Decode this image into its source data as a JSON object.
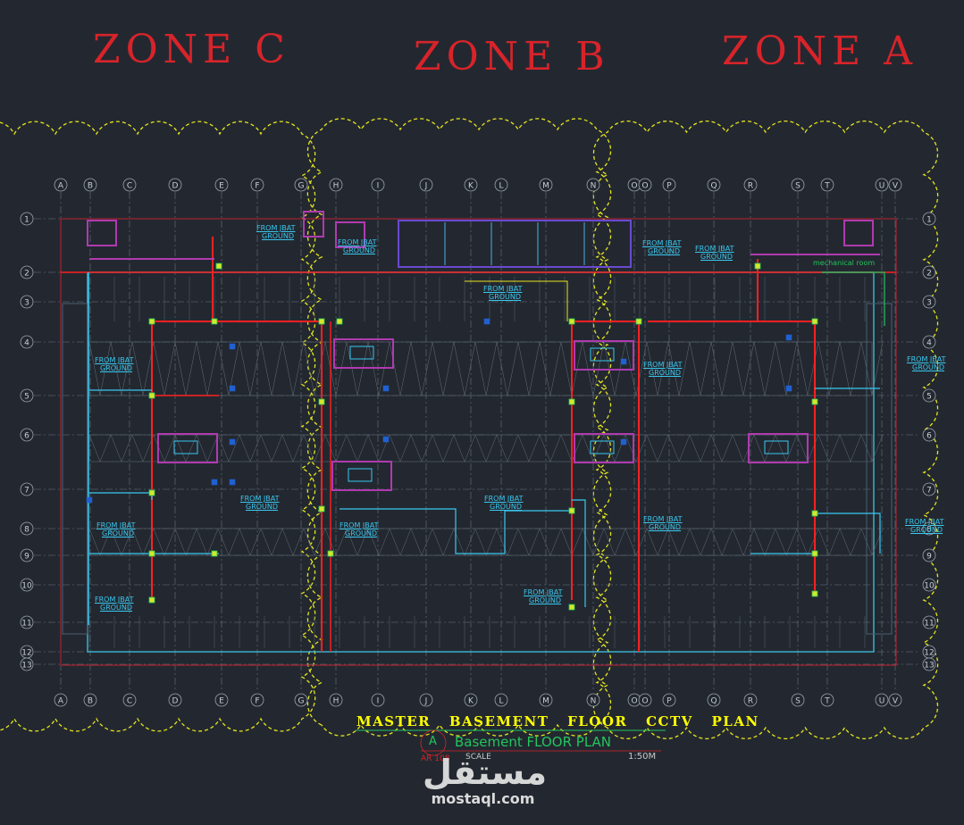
{
  "zones": [
    "ZONE  C",
    "ZONE  B",
    "ZONE  A"
  ],
  "grid": {
    "columns": [
      "A",
      "B",
      "C",
      "D",
      "E",
      "F",
      "G",
      "H",
      "I",
      "J",
      "K",
      "L",
      "M",
      "N",
      "O",
      "O",
      "P",
      "Q",
      "R",
      "S",
      "T",
      "U",
      "V"
    ],
    "rows": [
      "1",
      "2",
      "3",
      "4",
      "5",
      "6",
      "7",
      "8",
      "9",
      "10",
      "11",
      "12",
      "13"
    ]
  },
  "labels": {
    "from_jbat": [
      "FROM JBAT",
      "GROUND"
    ],
    "mechanical_room": "mechanical room"
  },
  "title_block": {
    "title": "MASTER   BASEMENT  FLOOR  CCTV  PLAN",
    "ref_letter": "A",
    "subtitle": "Basement FLOOR PLAN",
    "ref_number": "AR 108",
    "scale_label": "SCALE",
    "scale_value": "1:50M"
  },
  "watermark": {
    "arabic": "مستقل",
    "latin": "mostaql.com"
  },
  "colors": {
    "background": "#232830",
    "zone_title": "#d8232a",
    "cloud": "#e6e61c",
    "grid_line": "#6c7480",
    "cable_red": "#ff2020",
    "cable_cyan": "#39c8f0",
    "wall_magenta": "#b03ab0",
    "device_green": "#22c55e"
  }
}
